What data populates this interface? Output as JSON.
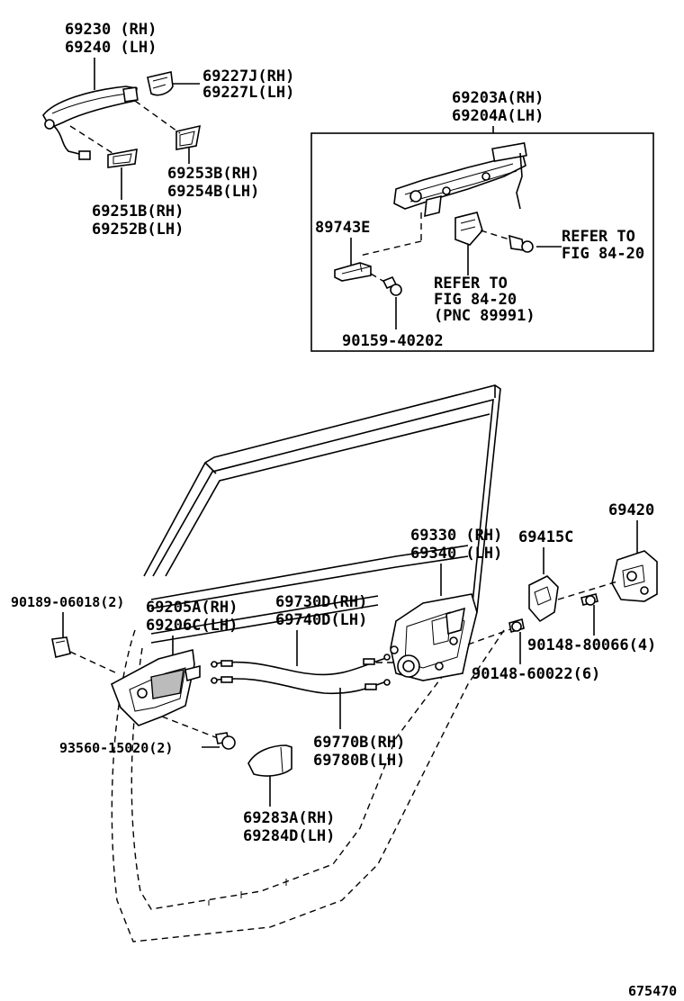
{
  "diagram": {
    "labels": {
      "outer_handle_rh": "69230 (RH)",
      "outer_handle_lh": "69240 (LH)",
      "cap_rh": "69227J(RH)",
      "cap_lh": "69227L(LH)",
      "pad_rear_rh": "69253B(RH)",
      "pad_rear_lh": "69254B(LH)",
      "pad_front_rh": "69251B(RH)",
      "pad_front_lh": "69252B(LH)",
      "frame_rh": "69203A(RH)",
      "frame_lh": "69204A(LH)",
      "bracket": "89743E",
      "refer_right_1": "REFER TO",
      "refer_right_2": "FIG 84-20",
      "refer_mid_1": "REFER TO",
      "refer_mid_2": "FIG 84-20",
      "refer_mid_3": "(PNC 89991)",
      "screw_box": "90159-40202",
      "striker": "69420",
      "lock_rh": "69330 (RH)",
      "lock_lh": "69340 (LH)",
      "cover": "69415C",
      "clip": "90189-06018(2)",
      "inner_handle_rh": "69205A(RH)",
      "inner_handle_lh": "69206C(LH)",
      "cable1_rh": "69730D(RH)",
      "cable1_lh": "69740D(LH)",
      "striker_screw": "90148-80066(4)",
      "lock_screw": "90148-60022(6)",
      "handle_screw": "93560-15020(2)",
      "cable2_rh": "69770B(RH)",
      "cable2_lh": "69780B(LH)",
      "bezel_rh": "69283A(RH)",
      "bezel_lh": "69284D(LH)",
      "figure_no": "675470"
    }
  }
}
